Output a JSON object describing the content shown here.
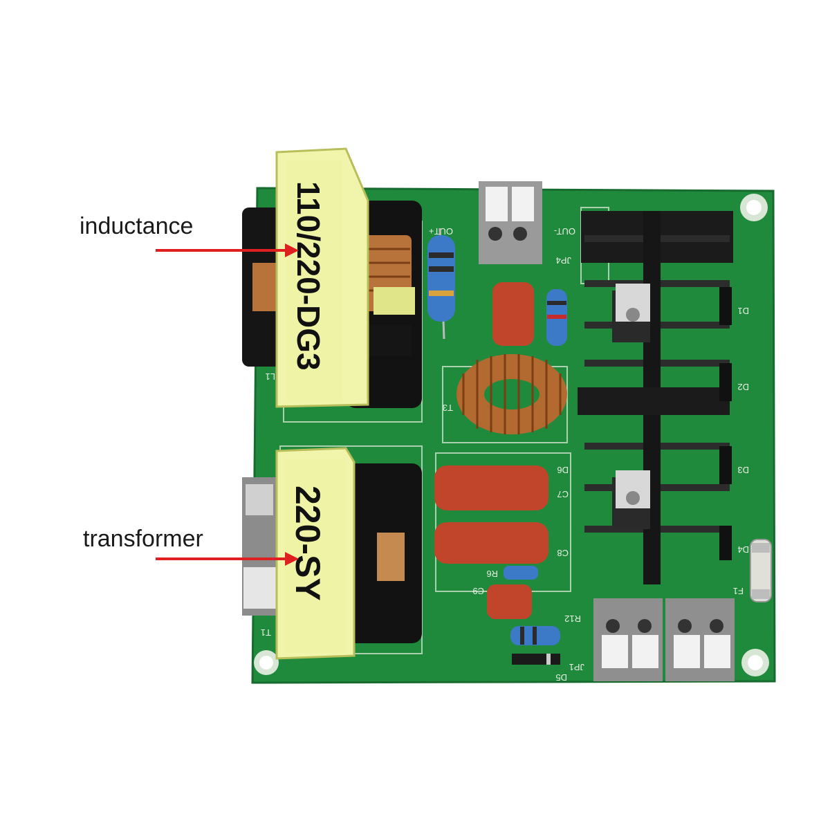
{
  "callouts": {
    "inductance": "inductance",
    "transformer": "transformer"
  },
  "components": {
    "inductor_marking": "110/220-DG3",
    "transformer_marking": "220-SY"
  },
  "silkscreen": {
    "out_plus": "OUT+",
    "out_minus": "OUT-",
    "jp4": "JP4",
    "d1": "D1",
    "d2": "D2",
    "d3": "D3",
    "d4": "D4",
    "d5": "D5",
    "d6": "D6",
    "f1": "F1",
    "c7": "C7",
    "c8": "C8",
    "c9": "C9",
    "r6": "R6",
    "r12": "R12",
    "t1": "T1",
    "t3": "T3",
    "l1": "L1",
    "jp1": "JP1"
  },
  "colors": {
    "pcb": "#1f8a3c",
    "arrow": "#e02020",
    "bobbin": "#eef3a6",
    "capacitor": "#c0452a",
    "heatsink": "#1b1b1b"
  }
}
